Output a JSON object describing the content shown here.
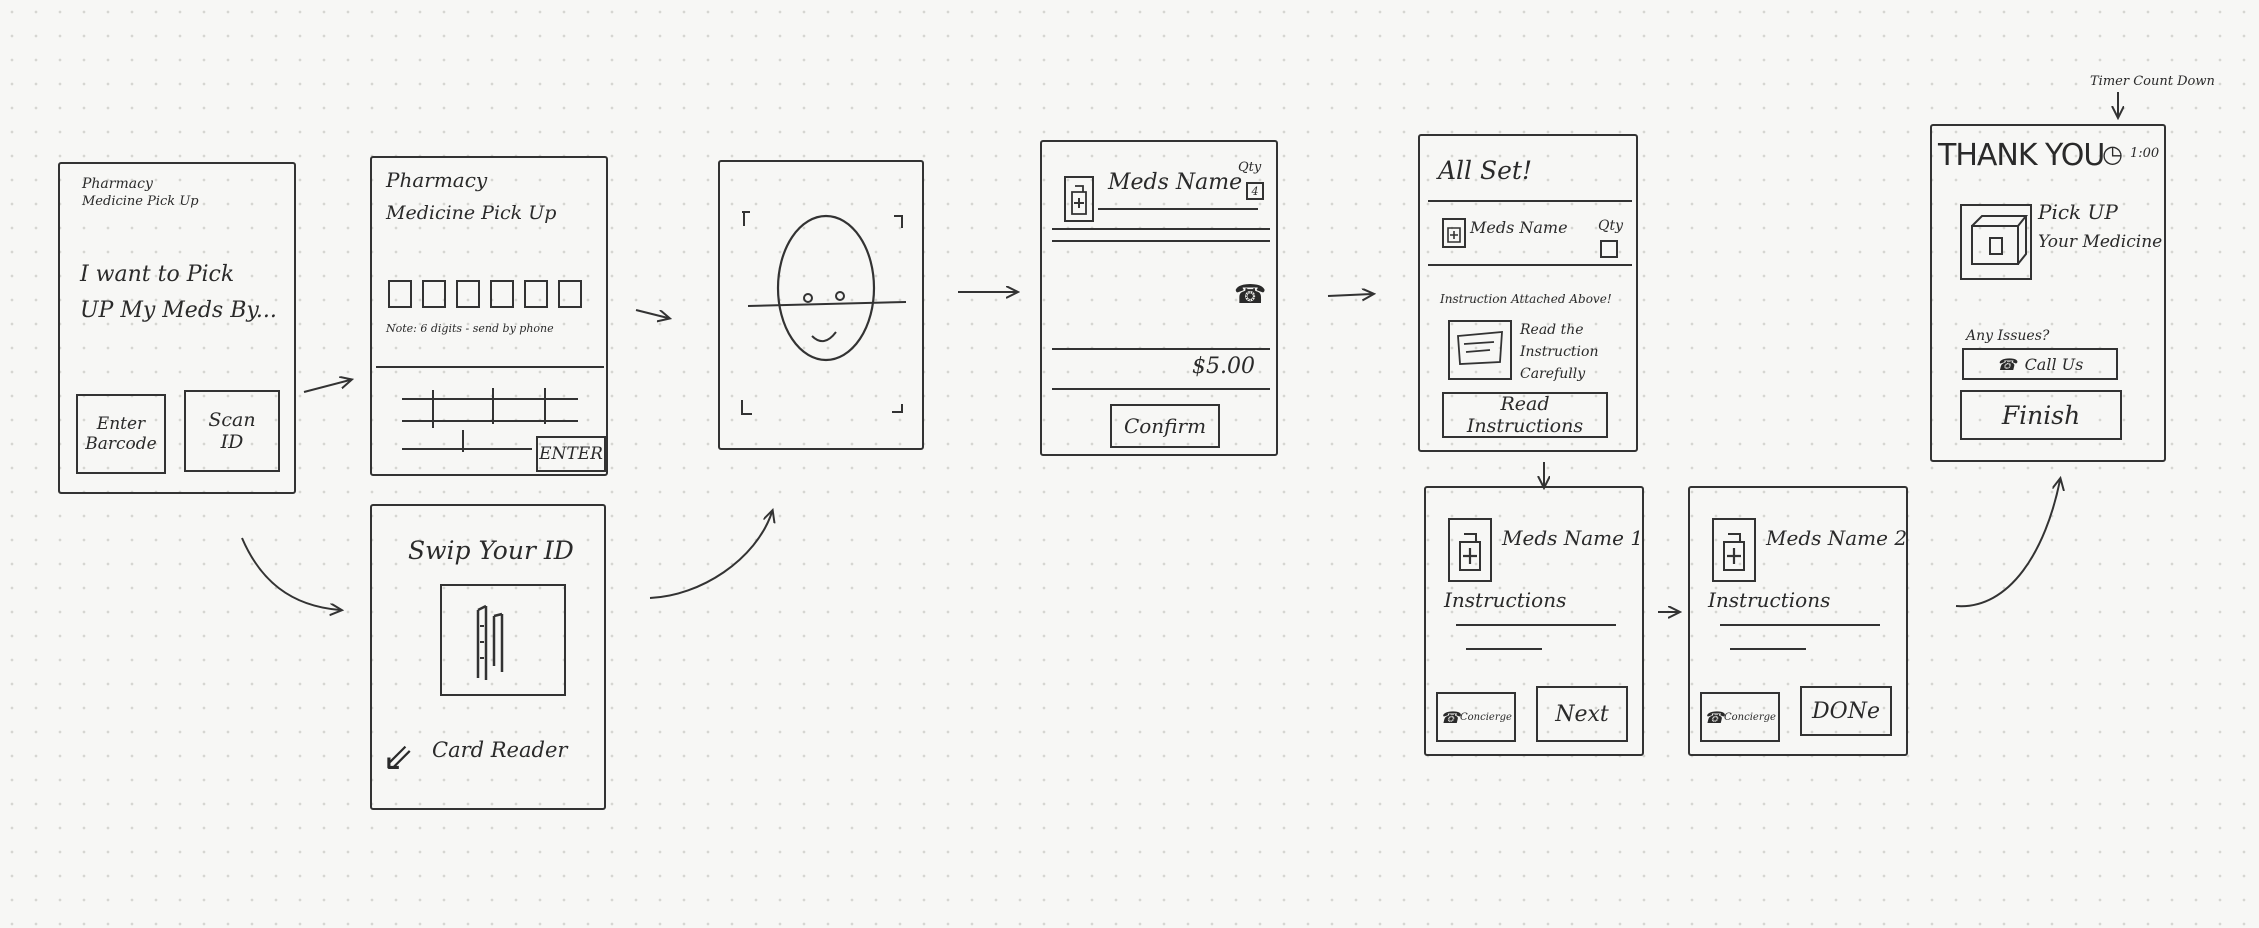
{
  "s1": {
    "title1": "Pharmacy",
    "title2": "Medicine Pick Up",
    "intro1": "I want to Pick",
    "intro2": "UP My Meds By...",
    "btn_enter1": "Enter",
    "btn_enter2": "Barcode",
    "btn_scan1": "Scan",
    "btn_scan2": "ID"
  },
  "s2": {
    "title1": "Pharmacy",
    "title2": "Medicine Pick Up",
    "note": "Note: 6 digits - send by phone",
    "enter": "ENTER"
  },
  "s3": {
    "title": "Swip Your ID",
    "reader": "Card Reader"
  },
  "s5": {
    "meds_name": "Meds Name",
    "qty_label": "Qty",
    "qty_value": "4",
    "price": "$5.00",
    "confirm": "Confirm"
  },
  "s6": {
    "title": "All Set!",
    "meds_name": "Meds Name",
    "qty": "Qty",
    "instr_heading": "Instruction Attached Above!",
    "read1": "Read the",
    "read2": "Instruction",
    "read3": "Carefully",
    "read_btn": "Read Instructions"
  },
  "s7": {
    "meds_name": "Meds Name 1",
    "instructions": "Instructions",
    "concierge": "Concierge",
    "next": "Next"
  },
  "s8": {
    "meds_name": "Meds Name 2",
    "instructions": "Instructions",
    "concierge": "Concierge",
    "done": "DONe"
  },
  "s9": {
    "title": "THANK YOU",
    "timer": "1:00",
    "pick1": "Pick UP",
    "pick2": "Your Medicine",
    "issues": "Any Issues?",
    "call": "Call Us",
    "finish": "Finish",
    "annotation": "Timer Count Down"
  }
}
